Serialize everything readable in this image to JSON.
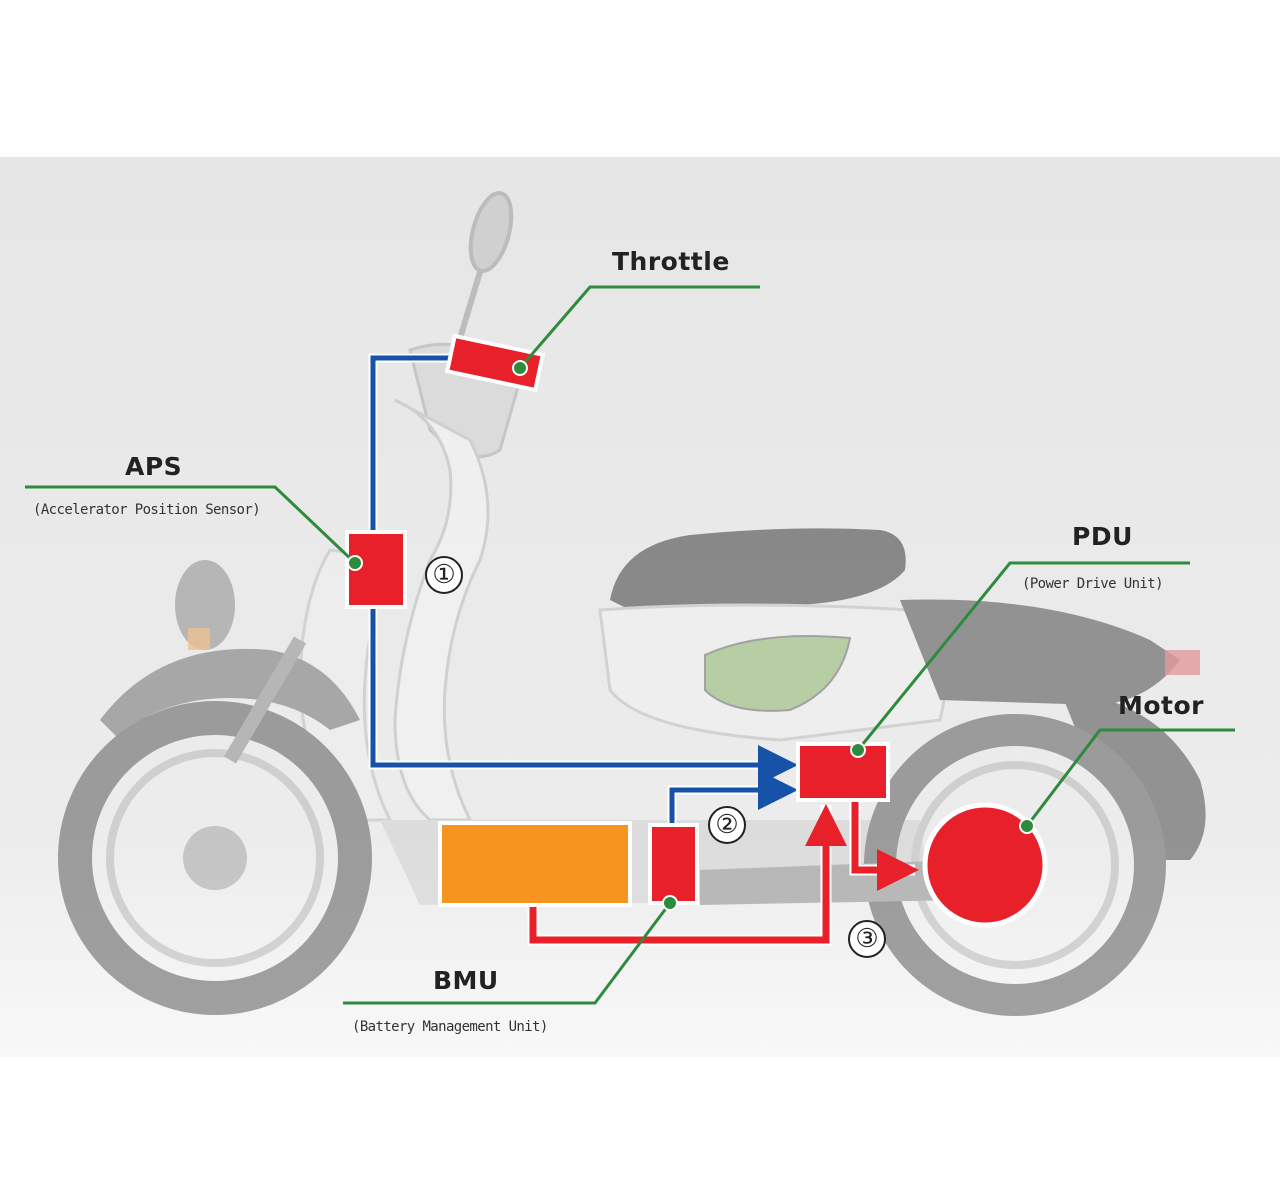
{
  "colors": {
    "background": "#eaeaea",
    "component_red": "#e8202a",
    "battery_orange": "#f5941f",
    "signal_blue": "#1652a8",
    "power_red": "#e8202a",
    "leader_green": "#2e8b3d"
  },
  "labels": {
    "throttle": {
      "main": "Throttle"
    },
    "aps": {
      "main": "APS",
      "sub": "(Accelerator Position Sensor)"
    },
    "pdu": {
      "main": "PDU",
      "sub": "(Power Drive Unit)"
    },
    "motor": {
      "main": "Motor"
    },
    "bmu": {
      "main": "BMU",
      "sub": "(Battery Management Unit)"
    }
  },
  "steps": [
    "①",
    "②",
    "③"
  ]
}
